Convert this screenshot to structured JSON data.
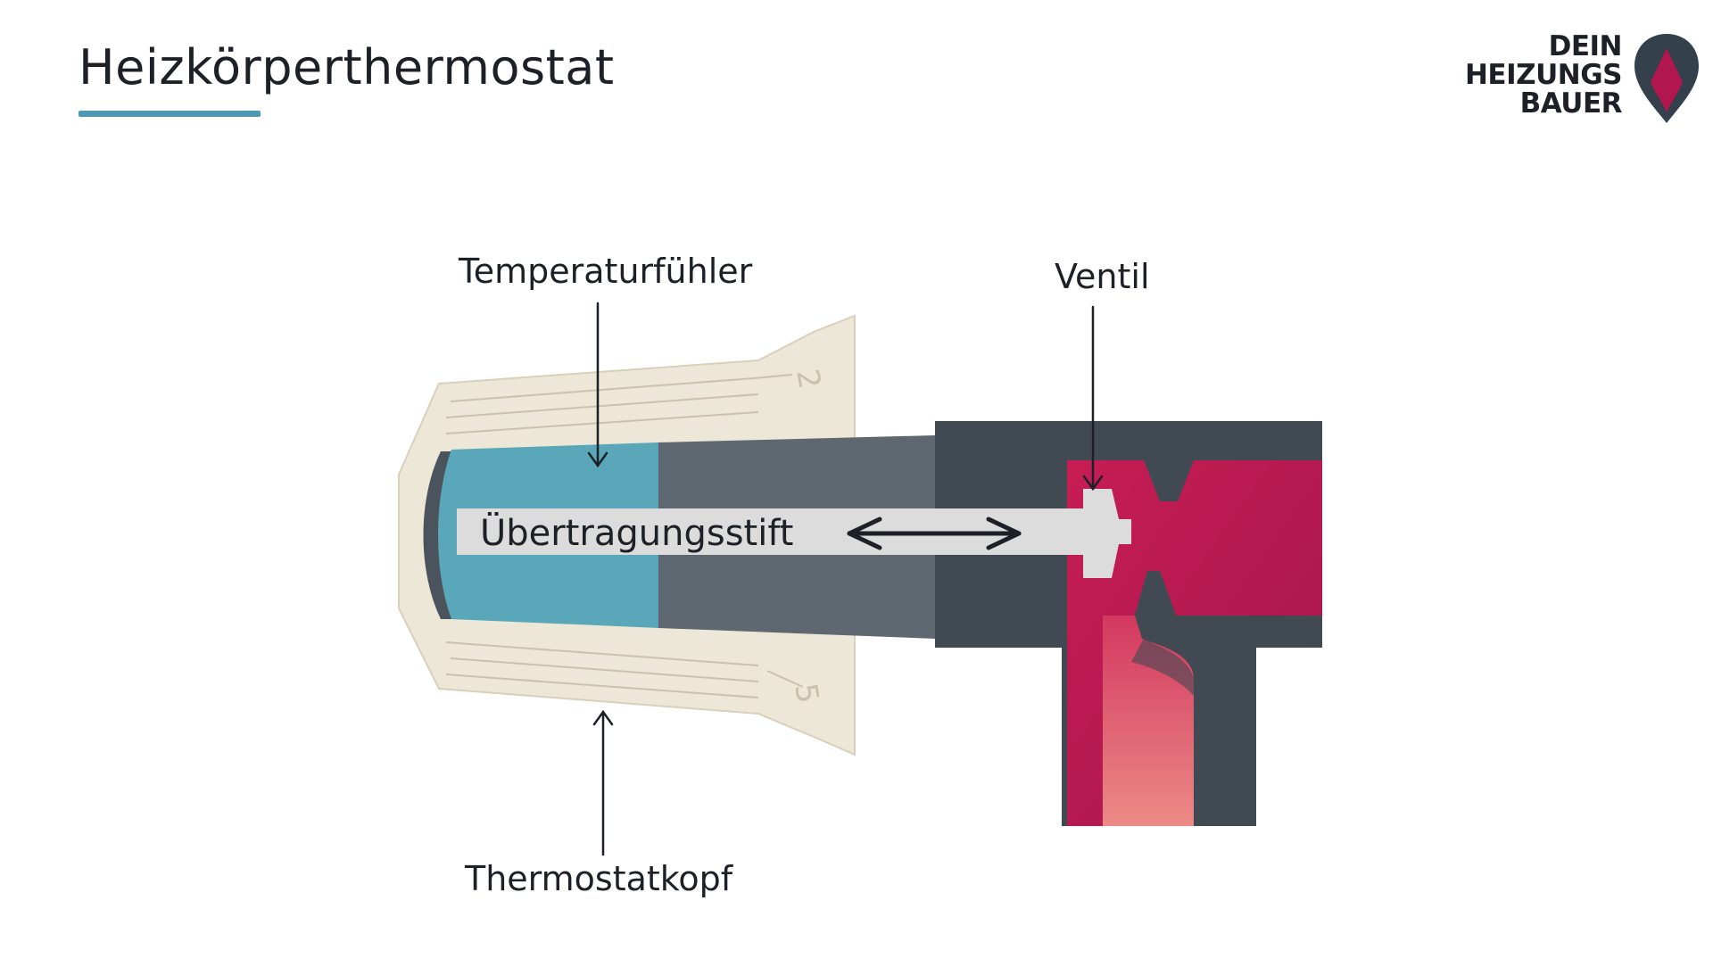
{
  "page": {
    "title": "Heizkörperthermostat",
    "accent_color": "#4d99b5"
  },
  "logo": {
    "lines": [
      "DEIN",
      "HEIZUNGS",
      "BAUER"
    ],
    "pin_color": "#34404b",
    "pin_accent_color": "#b2164f"
  },
  "diagram": {
    "labels": {
      "temperature_sensor": "Temperaturfühler",
      "valve": "Ventil",
      "transmission_pin": "Übertragungsstift",
      "thermostat_head": "Thermostatkopf"
    },
    "head_scale_numbers": [
      "2",
      "5"
    ],
    "colors": {
      "thermostat_head": "#ede7d8",
      "sensor": "#59a7b8",
      "housing": "#414a52",
      "housing_light": "#5f6870",
      "pin": "#dcdcdc",
      "water_hot": "#b2164f",
      "water_warm": "#e8837f"
    }
  }
}
